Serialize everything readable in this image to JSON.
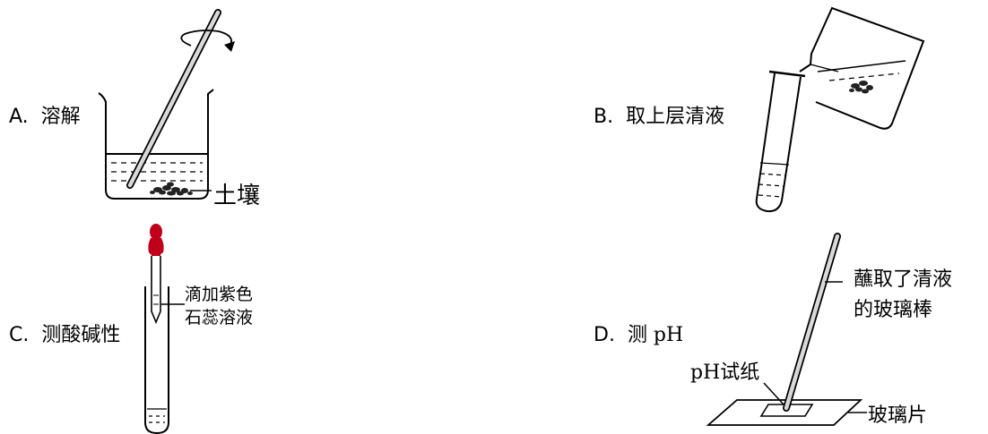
{
  "panels": {
    "a": {
      "letter": "A.",
      "caption": "溶解",
      "callouts": {
        "soil": "土壤"
      }
    },
    "b": {
      "letter": "B.",
      "caption": "取上层清液"
    },
    "c": {
      "letter": "C.",
      "caption": "测酸碱性",
      "callouts": {
        "indicator_line1": "滴加紫色",
        "indicator_line2": "石蕊溶液"
      }
    },
    "d": {
      "letter": "D.",
      "caption": "测 pH",
      "callouts": {
        "rod_line1": "蘸取了清液",
        "rod_line2": "的玻璃棒",
        "paper": "pH试纸",
        "glass": "玻璃片"
      }
    }
  },
  "colors": {
    "stroke": "#000000",
    "dropper_bulb": "#c0001a",
    "rod_fill": "#d9d9d9"
  }
}
